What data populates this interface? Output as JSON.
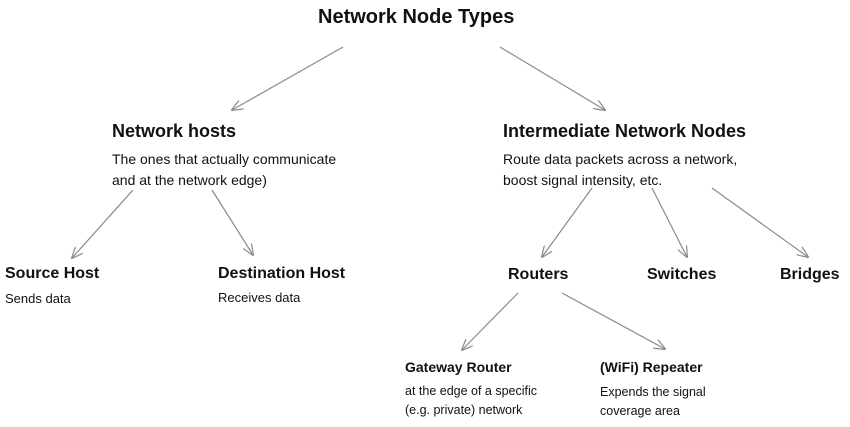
{
  "title": "Network Node Types",
  "network_hosts": {
    "label": "Network hosts",
    "desc_line1": "The ones that actually communicate",
    "desc_line2": "and at the network edge)"
  },
  "intermediate": {
    "label": "Intermediate Network Nodes",
    "desc_line1": "Route data packets across a network,",
    "desc_line2": "boost signal intensity, etc."
  },
  "source_host": {
    "label": "Source Host",
    "desc": "Sends data"
  },
  "destination_host": {
    "label": "Destination Host",
    "desc": "Receives data"
  },
  "routers": {
    "label": "Routers"
  },
  "switches": {
    "label": "Switches"
  },
  "bridges": {
    "label": "Bridges"
  },
  "gateway_router": {
    "label": "Gateway Router",
    "desc_line1": "at the edge of a specific",
    "desc_line2": "(e.g. private) network"
  },
  "wifi_repeater": {
    "label": "(WiFi) Repeater",
    "desc_line1": "Expends the signal",
    "desc_line2": "coverage area"
  },
  "colors": {
    "text": "#111111",
    "arrow": "#8a8a8a",
    "background": "#ffffff"
  }
}
